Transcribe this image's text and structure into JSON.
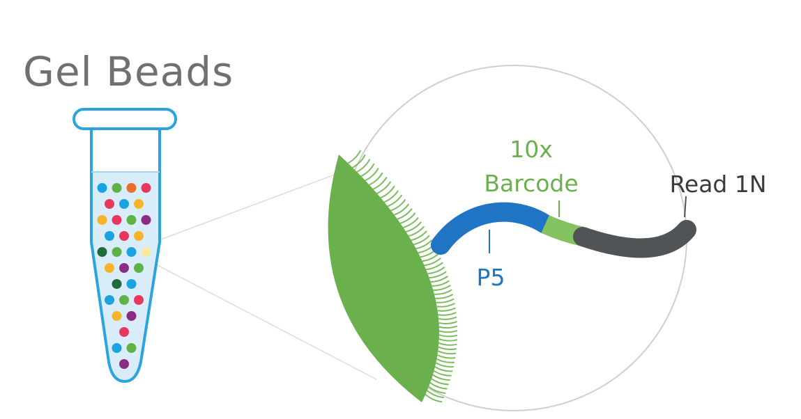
{
  "title": "Gel Beads",
  "labels": {
    "barcode_line1": "10x",
    "barcode_line2": "Barcode",
    "read": "Read 1N",
    "p5": "P5"
  },
  "colors": {
    "title": "#707070",
    "tube_outline": "#2aa3e0",
    "tube_liquid": "#d8edf9",
    "bead_green": "#6ab04c",
    "barcode_text": "#6ab04c",
    "barcode_segment": "#84c262",
    "p5": "#1f74c3",
    "read": "#505456",
    "read_text": "#3a3a3a",
    "magnifier_outline": "#cfcfcf"
  },
  "tube_beads": [
    [
      "#1aa3e0",
      "#5fb245",
      "#e8702a",
      "#e8365d"
    ],
    [
      "#e8365d",
      "#1aa3e0",
      "#f7b329"
    ],
    [
      "#f7b329",
      "#e8365d",
      "#5fb245",
      "#8b2c84"
    ],
    [
      "#1aa3e0",
      "#e8365d",
      "#f7b329"
    ],
    [
      "#1f6b3c",
      "#5fb245",
      "#1aa3e0",
      "#fbe9a0"
    ],
    [
      "#f7b329",
      "#8b2c84",
      "#5fb245"
    ],
    [
      "#1f6b3c",
      "#1aa3e0"
    ],
    [
      "#1aa3e0",
      "#5fb245",
      "#e8365d"
    ],
    [
      "#f7b329",
      "#8b2c84"
    ],
    [
      "#e8365d"
    ],
    [
      "#1aa3e0",
      "#5fb245"
    ],
    [
      "#8b2c84"
    ]
  ]
}
